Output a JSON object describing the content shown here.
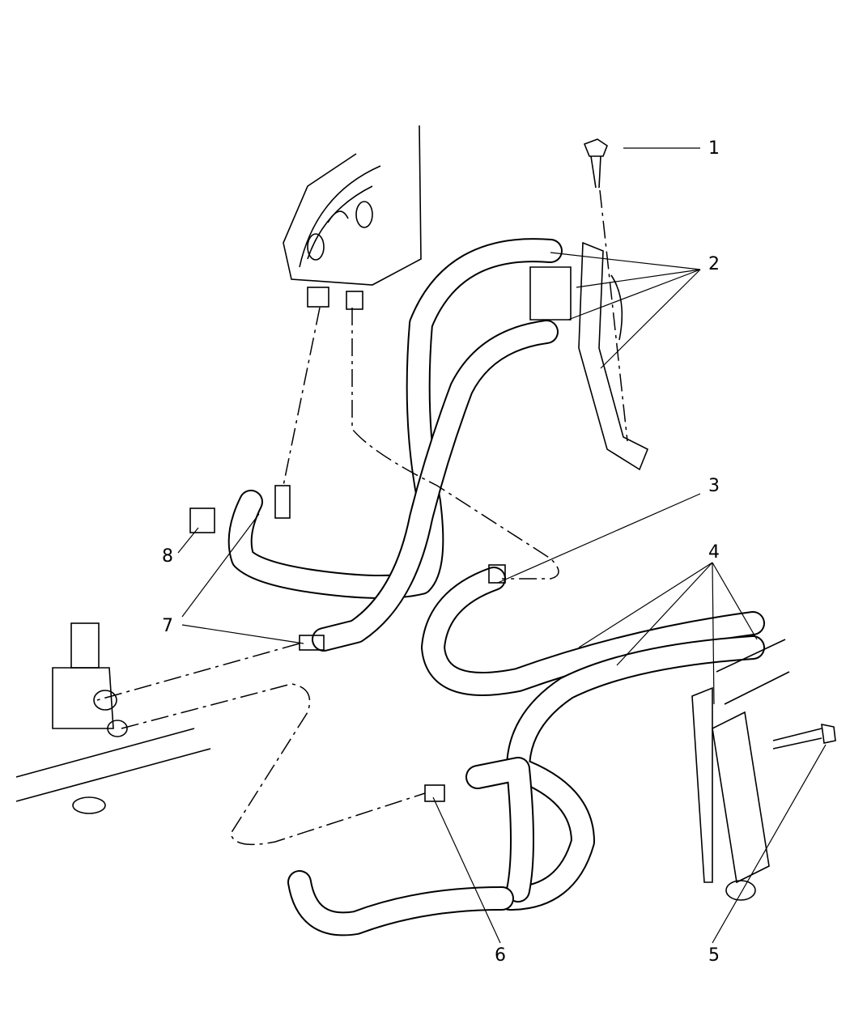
{
  "diagram": {
    "type": "power steering hose parts diagram",
    "callouts": [
      {
        "number": "1"
      },
      {
        "number": "2"
      },
      {
        "number": "3"
      },
      {
        "number": "4"
      },
      {
        "number": "5"
      },
      {
        "number": "6"
      },
      {
        "number": "7"
      },
      {
        "number": "8"
      }
    ]
  }
}
